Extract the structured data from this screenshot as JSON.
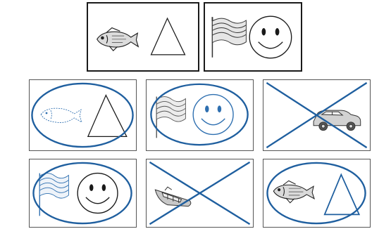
{
  "colors": {
    "mark_blue": "#1f5f9f",
    "ink": "#1a1a1a",
    "sample_border": "#1a1a1a",
    "option_border": "#555555"
  },
  "samples": [
    {
      "id": "sample-1",
      "icons": [
        "fish-icon",
        "triangle-icon"
      ]
    },
    {
      "id": "sample-2",
      "icons": [
        "flag-icon",
        "smiley-face-icon"
      ]
    }
  ],
  "options": [
    {
      "id": "option-1",
      "icons": [
        "fish-icon",
        "triangle-icon"
      ],
      "mark": "circled"
    },
    {
      "id": "option-2",
      "icons": [
        "flag-icon",
        "smiley-face-icon"
      ],
      "mark": "circled"
    },
    {
      "id": "option-3",
      "icons": [
        "car-icon"
      ],
      "mark": "crossed"
    },
    {
      "id": "option-4",
      "icons": [
        "flag-icon",
        "smiley-face-icon"
      ],
      "mark": "circled"
    },
    {
      "id": "option-5",
      "icons": [
        "boat-icon"
      ],
      "mark": "crossed"
    },
    {
      "id": "option-6",
      "icons": [
        "fish-icon",
        "triangle-icon"
      ],
      "mark": "circled"
    }
  ]
}
